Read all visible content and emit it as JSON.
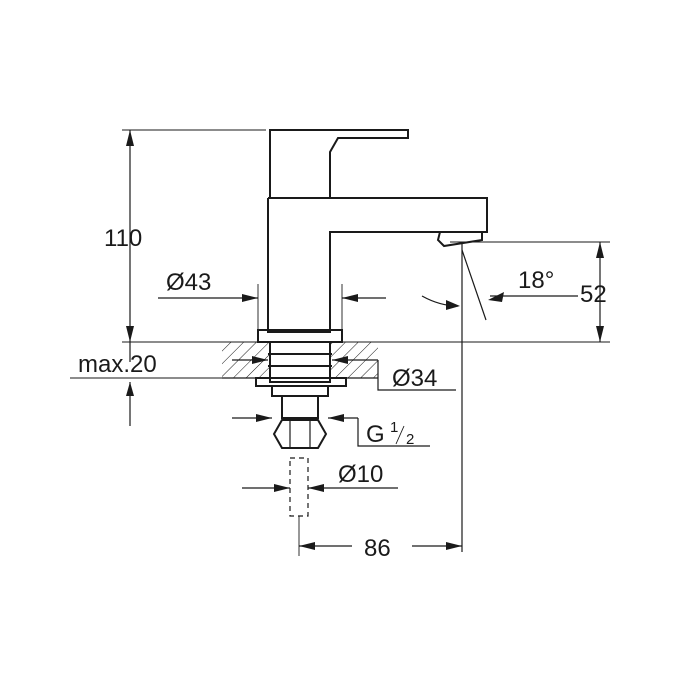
{
  "dimensions": {
    "height_total": "110",
    "spout_diameter": "Ø43",
    "spout_height": "52",
    "spout_angle": "18°",
    "max_thickness": "max.20",
    "base_diameter": "Ø34",
    "thread_letter": "G",
    "thread_num": "1",
    "thread_den": "2",
    "pipe_diameter": "Ø10",
    "projection": "86"
  }
}
